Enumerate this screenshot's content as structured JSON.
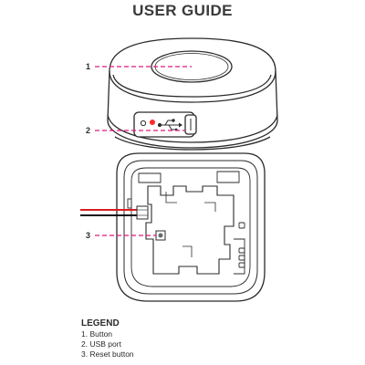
{
  "title": "USER GUIDE",
  "callouts": [
    {
      "number": "1"
    },
    {
      "number": "2"
    },
    {
      "number": "3"
    }
  ],
  "legend": {
    "title": "LEGEND",
    "items": [
      "1. Button",
      "2. USB port",
      "3. Reset button"
    ]
  },
  "colors": {
    "callout_line": "#e0197a",
    "led": "#ff2a2a",
    "wire_red": "#d81e1e",
    "wire_black": "#111111",
    "outline": "#2b2b2b"
  }
}
